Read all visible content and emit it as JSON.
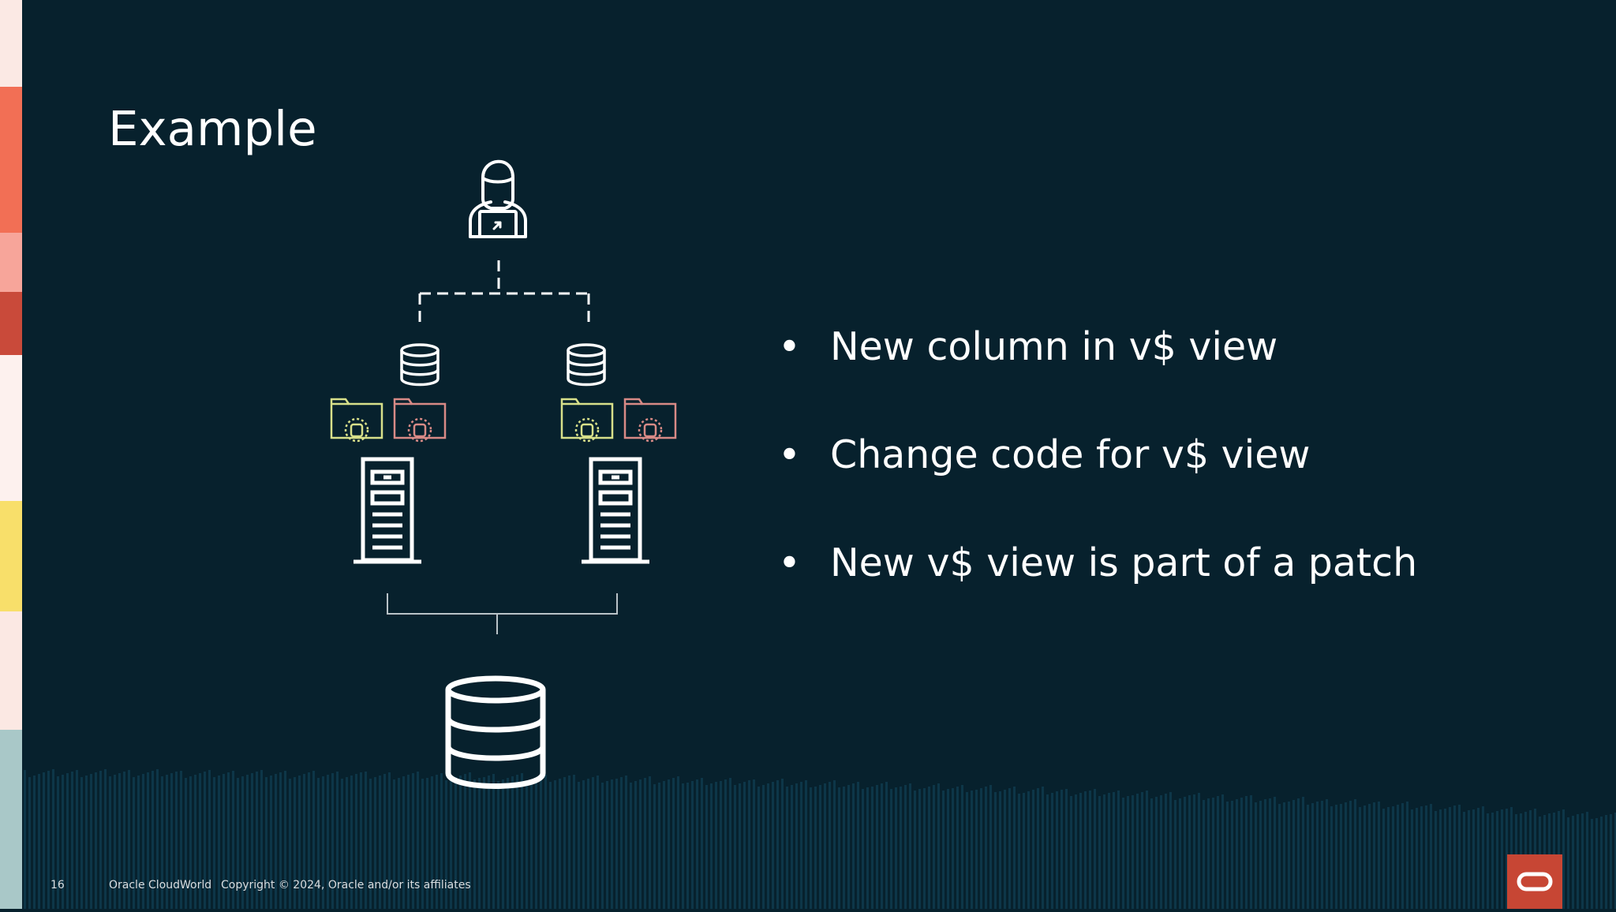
{
  "slide": {
    "title": "Example",
    "bullets": [
      "New column in v$ view",
      "Change code for v$ view",
      "New v$ view is part of a patch"
    ],
    "bullet_symbol": "•"
  },
  "footer": {
    "page_number": "16",
    "event": "Oracle CloudWorld",
    "copyright": "Copyright © 2024, Oracle and/or its affiliates"
  },
  "colors": {
    "background": "#07212d",
    "text": "#ffffff",
    "folder_green": "#d8e08a",
    "folder_red": "#d88a86",
    "logo_red": "#c74634"
  },
  "icons": {
    "user": "person-with-laptop-icon",
    "database": "database-icon",
    "folder": "folder-database-icon",
    "server": "server-tower-icon",
    "logo": "oracle-logo"
  }
}
